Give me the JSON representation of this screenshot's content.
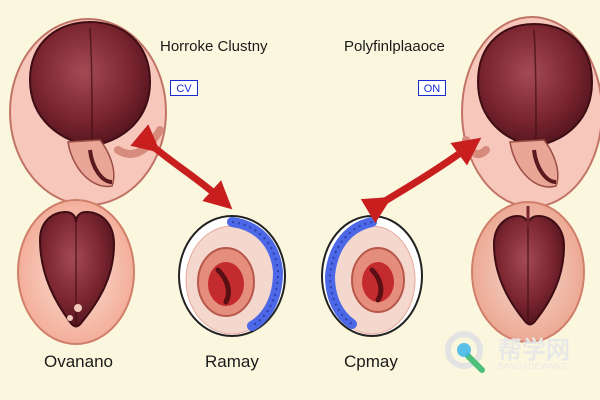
{
  "titles": {
    "left": "Horroke Clustny",
    "right": "Polyfinlplaaoce"
  },
  "badges": {
    "left": "CV",
    "right": "ON"
  },
  "captions": {
    "bottom_left": "Ovanano",
    "center_left": "Ramay",
    "center_right": "Cpmay"
  },
  "watermark": {
    "chinese": "帮学网",
    "latin": "BANGXUEWANG"
  },
  "colors": {
    "background": "#FBF7DF",
    "arrow": "#C81E1E",
    "badge_border": "#1A2BD0",
    "organ_dark": "#6B1D25",
    "organ_pink": "#F2B6AC",
    "inner_blue": "#3A56E0"
  }
}
